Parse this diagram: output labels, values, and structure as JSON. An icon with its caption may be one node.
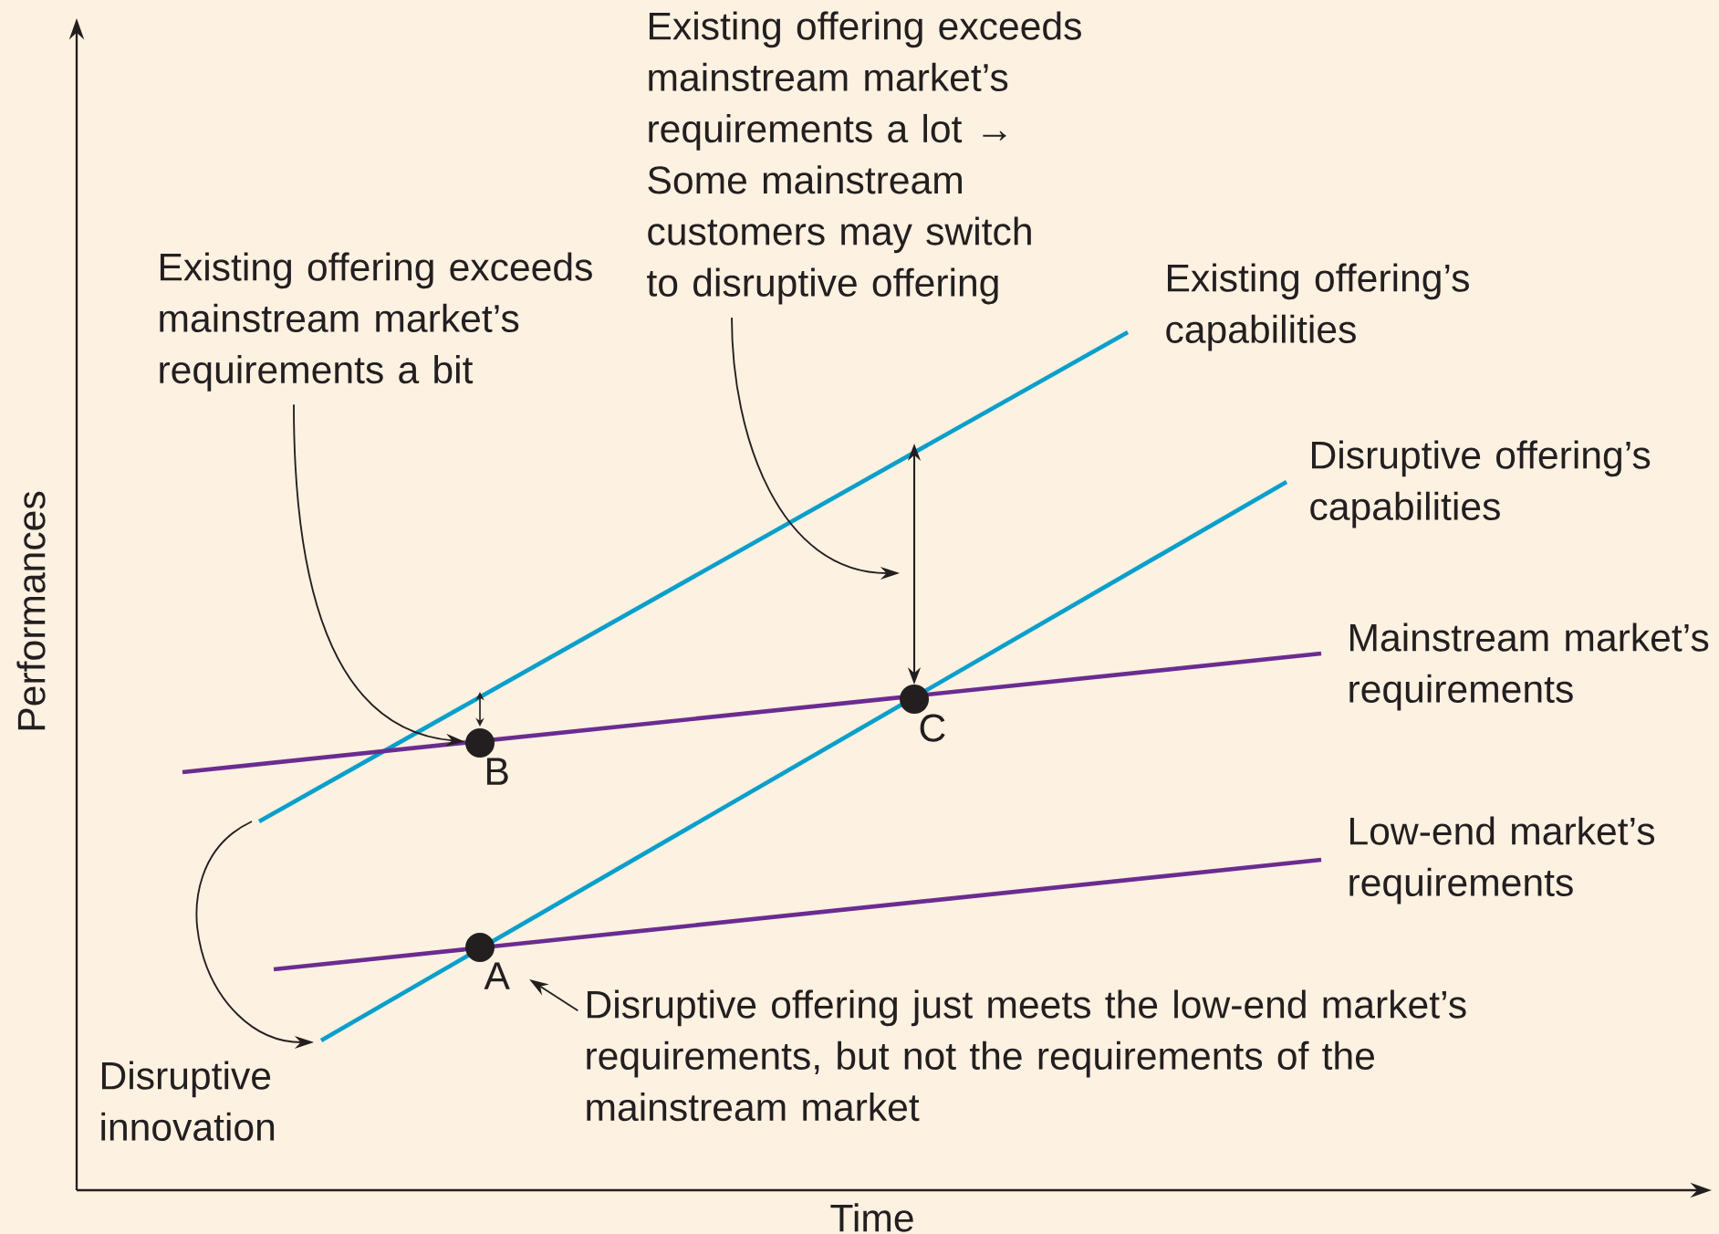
{
  "diagram": {
    "nodes": [
      {
        "text": [
          "Existing offering exceeds mainstream market’s requirements a bit"
        ]
      },
      {
        "text": [
          "Existing offering exceeds mainstream market’s requirements a lot → Some mainstream customers may switch to disruptive offering"
        ]
      },
      {
        "text": [
          "Disruptive offering just meets the low-end market’s requirements, but not the requirements of the mainstream market"
        ]
      },
      {
        "text": [],
        "shape": "circle",
        "beside": [
          "A"
        ]
      },
      {
        "text": [],
        "shape": "circle",
        "beside": [
          "B"
        ]
      },
      {
        "text": [],
        "shape": "circle",
        "beside": [
          "C"
        ]
      }
    ],
    "edges": [
      {
        "from": 0,
        "to": 4,
        "arrow": "to"
      },
      {
        "from": 1,
        "to": null,
        "arrow": "to"
      },
      {
        "from": 2,
        "to": 3,
        "arrow": "to"
      }
    ],
    "labels": [
      "Existing offering’s capabilities",
      "Disruptive offering’s capabilities",
      "Mainstream market’s requirements",
      "Low-end market’s requirements",
      "Disruptive innovation",
      "Performances",
      "Time"
    ]
  }
}
